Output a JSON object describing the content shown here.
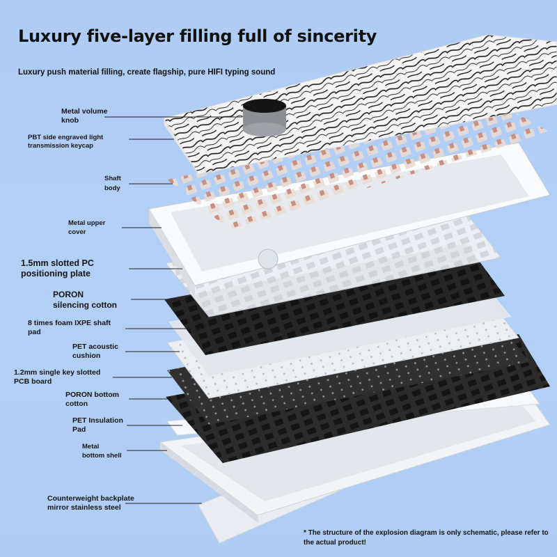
{
  "title": "Luxury five-layer filling full of sincerity",
  "subtitle": "Luxury push material filling, create flagship, pure HIFI typing sound",
  "labels": [
    {
      "id": "knob",
      "lines": [
        "Metal volume",
        "knob"
      ]
    },
    {
      "id": "keycap",
      "lines": [
        "PBT side engraved light",
        "transmission keycap"
      ]
    },
    {
      "id": "shaft",
      "lines": [
        "Shaft",
        "body"
      ]
    },
    {
      "id": "upper-cover",
      "lines": [
        "Metal upper",
        "cover"
      ]
    },
    {
      "id": "plate",
      "lines": [
        "1.5mm slotted PC",
        "positioning plate"
      ]
    },
    {
      "id": "poron-silencing",
      "lines": [
        "PORON",
        "silencing cotton"
      ]
    },
    {
      "id": "ixpe",
      "lines": [
        "8 times foam IXPE shaft",
        "pad"
      ]
    },
    {
      "id": "pet-acoustic",
      "lines": [
        "PET acoustic",
        "cushion"
      ]
    },
    {
      "id": "pcb",
      "lines": [
        "1.2mm single key slotted",
        "PCB board"
      ]
    },
    {
      "id": "poron-bottom",
      "lines": [
        "PORON bottom",
        "cotton"
      ]
    },
    {
      "id": "pet-insulation",
      "lines": [
        "PET Insulation",
        "Pad"
      ]
    },
    {
      "id": "bottom-shell",
      "lines": [
        "Metal",
        "bottom shell"
      ]
    },
    {
      "id": "backplate",
      "lines": [
        "Counterweight backplate",
        "mirror stainless steel"
      ]
    }
  ],
  "footnote": "* The structure of the explosion diagram is only schematic, please refer to the actual product!",
  "colors": {
    "background": "#b0cef5",
    "white_layer": "#f6f7f9",
    "black_layer": "#2a2a2a",
    "clear_layer": "#e8ecef",
    "switch_pink": "#c88f82",
    "keycap_pattern": "#1a1a1a",
    "knob": "#151515"
  }
}
